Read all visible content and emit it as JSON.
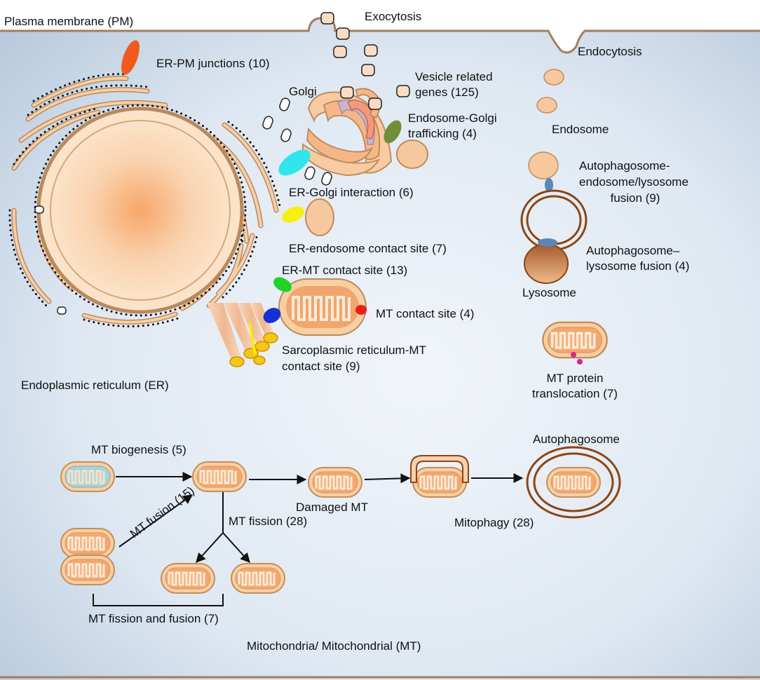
{
  "labels": {
    "plasma_membrane": "Plasma membrane (PM)",
    "exocytosis": "Exocytosis",
    "endocytosis": "Endocytosis",
    "er_pm_junctions": "ER-PM junctions (10)",
    "golgi": "Golgi",
    "vesicle_genes_1": "Vesicle related",
    "vesicle_genes_2": "genes (125)",
    "endosome_golgi_1": "Endosome-Golgi",
    "endosome_golgi_2": "trafficking (4)",
    "endosome": "Endosome",
    "autophago_endo_1": "Autophagosome-",
    "autophago_endo_2": "endosome/lysosome",
    "autophago_endo_3": "fusion (9)",
    "er_golgi": "ER-Golgi interaction (6)",
    "er_endosome": "ER-endosome contact site (7)",
    "er_mt": "ER-MT contact site (13)",
    "autophago_lyso_1": "Autophagosome–",
    "autophago_lyso_2": "lysosome fusion (4)",
    "lysosome": "Lysosome",
    "mt_contact": "MT contact site (4)",
    "sarco_1": "Sarcoplasmic reticulum-MT",
    "sarco_2": "contact site (9)",
    "mt_protein_1": "MT protein",
    "mt_protein_2": "translocation (7)",
    "er": "Endoplasmic reticulum (ER)",
    "mt_biogenesis": "MT biogenesis (5)",
    "autophagosome": "Autophagosome",
    "damaged_mt": "Damaged MT",
    "mt_fission": "MT fission (28)",
    "mitophagy": "Mitophagy (28)",
    "mt_fusion": "MT fusion (15)",
    "mt_fission_fusion": "MT fission and fusion (7)",
    "mitochondria": "Mitochondria/ Mitochondrial (MT)"
  },
  "colors": {
    "cell_background": "#dbe5f0",
    "membrane": "#a07e60",
    "organelle_fill": "#f6c99e",
    "organelle_edge": "#b98a5e",
    "er_pm_tether": "#f15a1d",
    "endosome_golgi_tether": "#6f8f3a",
    "er_golgi_tether": "#2fe6ea",
    "er_endosome_tether": "#f6ef12",
    "er_mt_tether": "#22d12a",
    "mt_contact_tether": "#ee1b1b",
    "sarcoplasmic_tether": "#1332d6",
    "fusion_tether": "#5a86b8",
    "translocation_dots": "#d9238f",
    "autophagosome_membrane": "#a0522d"
  }
}
